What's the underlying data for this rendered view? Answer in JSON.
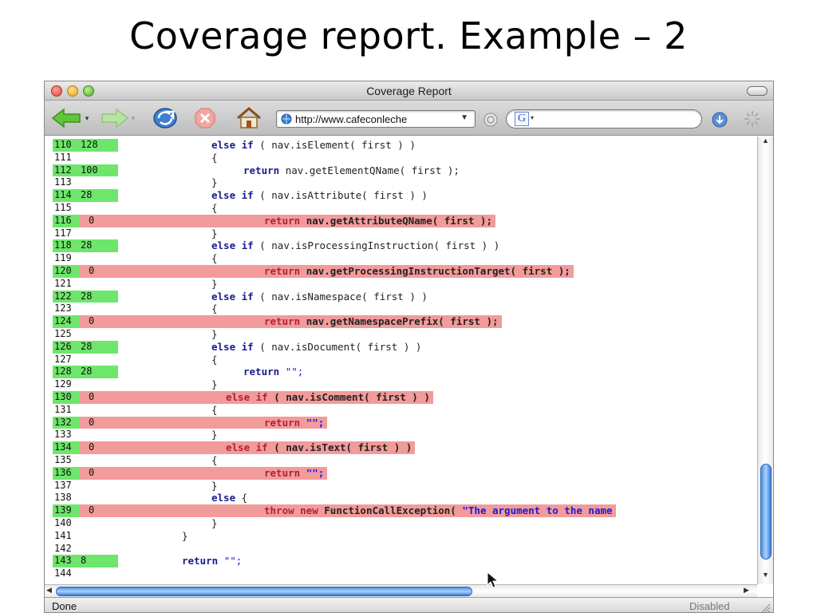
{
  "slide": {
    "title": "Coverage report. Example – 2"
  },
  "window": {
    "title": "Coverage Report"
  },
  "toolbar": {
    "url": "http://www.cafeconleche",
    "search_value": "",
    "icons": [
      "back-arrow-icon",
      "forward-arrow-icon",
      "reload-icon",
      "stop-icon",
      "home-icon",
      "globe-icon",
      "go-icon",
      "google-icon",
      "download-icon",
      "spinner-icon"
    ]
  },
  "colors": {
    "covered": "#6ee66b",
    "uncovered": "#f29b9b",
    "scroll_thumb": "#4f8fe0"
  },
  "code_rows": [
    {
      "line": "110",
      "hits": "128",
      "state": "covered",
      "indent": 3,
      "tokens": [
        [
          "kw",
          "else if"
        ],
        [
          "",
          "( nav.isElement( first ) )"
        ]
      ]
    },
    {
      "line": "111",
      "hits": "",
      "state": "none",
      "indent": 3,
      "tokens": [
        [
          "",
          "{"
        ]
      ]
    },
    {
      "line": "112",
      "hits": "100",
      "state": "covered",
      "indent": 4,
      "tokens": [
        [
          "kw",
          "return"
        ],
        [
          "",
          "nav.getElementQName( first );"
        ]
      ]
    },
    {
      "line": "113",
      "hits": "",
      "state": "none",
      "indent": 3,
      "tokens": [
        [
          "",
          "}"
        ]
      ]
    },
    {
      "line": "114",
      "hits": "28",
      "state": "covered",
      "indent": 3,
      "tokens": [
        [
          "kw",
          "else if"
        ],
        [
          "",
          "( nav.isAttribute( first ) )"
        ]
      ]
    },
    {
      "line": "115",
      "hits": "",
      "state": "none",
      "indent": 3,
      "tokens": [
        [
          "",
          "{"
        ]
      ]
    },
    {
      "line": "116",
      "hits": "0",
      "state": "uncovered",
      "indent": 4,
      "tokens": [
        [
          "kw",
          "return"
        ],
        [
          "",
          "nav.getAttributeQName( first );"
        ]
      ]
    },
    {
      "line": "117",
      "hits": "",
      "state": "none",
      "indent": 3,
      "tokens": [
        [
          "",
          "}"
        ]
      ]
    },
    {
      "line": "118",
      "hits": "28",
      "state": "covered",
      "indent": 3,
      "tokens": [
        [
          "kw",
          "else if"
        ],
        [
          "",
          "( nav.isProcessingInstruction( first ) )"
        ]
      ]
    },
    {
      "line": "119",
      "hits": "",
      "state": "none",
      "indent": 3,
      "tokens": [
        [
          "",
          "{"
        ]
      ]
    },
    {
      "line": "120",
      "hits": "0",
      "state": "uncovered",
      "indent": 4,
      "tokens": [
        [
          "kw",
          "return"
        ],
        [
          "",
          "nav.getProcessingInstructionTarget( first );"
        ]
      ]
    },
    {
      "line": "121",
      "hits": "",
      "state": "none",
      "indent": 3,
      "tokens": [
        [
          "",
          "}"
        ]
      ]
    },
    {
      "line": "122",
      "hits": "28",
      "state": "covered",
      "indent": 3,
      "tokens": [
        [
          "kw",
          "else if"
        ],
        [
          "",
          "( nav.isNamespace( first ) )"
        ]
      ]
    },
    {
      "line": "123",
      "hits": "",
      "state": "none",
      "indent": 3,
      "tokens": [
        [
          "",
          "{"
        ]
      ]
    },
    {
      "line": "124",
      "hits": "0",
      "state": "uncovered",
      "indent": 4,
      "tokens": [
        [
          "kw",
          "return"
        ],
        [
          "",
          "nav.getNamespacePrefix( first );"
        ]
      ]
    },
    {
      "line": "125",
      "hits": "",
      "state": "none",
      "indent": 3,
      "tokens": [
        [
          "",
          "}"
        ]
      ]
    },
    {
      "line": "126",
      "hits": "28",
      "state": "covered",
      "indent": 3,
      "tokens": [
        [
          "kw",
          "else if"
        ],
        [
          "",
          "( nav.isDocument( first ) )"
        ]
      ]
    },
    {
      "line": "127",
      "hits": "",
      "state": "none",
      "indent": 3,
      "tokens": [
        [
          "",
          "{"
        ]
      ]
    },
    {
      "line": "128",
      "hits": "28",
      "state": "covered",
      "indent": 4,
      "tokens": [
        [
          "kw",
          "return"
        ],
        [
          "str",
          "\"\";"
        ]
      ]
    },
    {
      "line": "129",
      "hits": "",
      "state": "none",
      "indent": 3,
      "tokens": [
        [
          "",
          "}"
        ]
      ]
    },
    {
      "line": "130",
      "hits": "0",
      "state": "uncovered",
      "indent": 3,
      "tokens": [
        [
          "kw",
          "else if"
        ],
        [
          "",
          "( nav.isComment( first ) )"
        ]
      ]
    },
    {
      "line": "131",
      "hits": "",
      "state": "none",
      "indent": 3,
      "tokens": [
        [
          "",
          "{"
        ]
      ]
    },
    {
      "line": "132",
      "hits": "0",
      "state": "uncovered",
      "indent": 4,
      "tokens": [
        [
          "kw",
          "return"
        ],
        [
          "str",
          "\"\";"
        ]
      ]
    },
    {
      "line": "133",
      "hits": "",
      "state": "none",
      "indent": 3,
      "tokens": [
        [
          "",
          "}"
        ]
      ]
    },
    {
      "line": "134",
      "hits": "0",
      "state": "uncovered",
      "indent": 3,
      "tokens": [
        [
          "kw",
          "else if"
        ],
        [
          "",
          "( nav.isText( first ) )"
        ]
      ]
    },
    {
      "line": "135",
      "hits": "",
      "state": "none",
      "indent": 3,
      "tokens": [
        [
          "",
          "{"
        ]
      ]
    },
    {
      "line": "136",
      "hits": "0",
      "state": "uncovered",
      "indent": 4,
      "tokens": [
        [
          "kw",
          "return"
        ],
        [
          "str",
          "\"\";"
        ]
      ]
    },
    {
      "line": "137",
      "hits": "",
      "state": "none",
      "indent": 3,
      "tokens": [
        [
          "",
          "}"
        ]
      ]
    },
    {
      "line": "138",
      "hits": "",
      "state": "none",
      "indent": 3,
      "tokens": [
        [
          "kw",
          "else"
        ],
        [
          "",
          "{"
        ]
      ]
    },
    {
      "line": "139",
      "hits": "0",
      "state": "uncovered",
      "indent": 4,
      "tokens": [
        [
          "kw",
          "throw new"
        ],
        [
          "",
          "FunctionCallException("
        ],
        [
          "str",
          "\"The argument to the name"
        ]
      ]
    },
    {
      "line": "140",
      "hits": "",
      "state": "none",
      "indent": 3,
      "tokens": [
        [
          "",
          "}"
        ]
      ]
    },
    {
      "line": "141",
      "hits": "",
      "state": "none",
      "indent": 2,
      "tokens": [
        [
          "",
          "}"
        ]
      ]
    },
    {
      "line": "142",
      "hits": "",
      "state": "none",
      "indent": 2,
      "tokens": [
        [
          "",
          ""
        ]
      ]
    },
    {
      "line": "143",
      "hits": "8",
      "state": "covered",
      "indent": 2,
      "tokens": [
        [
          "kw",
          "return"
        ],
        [
          "str",
          "\"\";"
        ]
      ]
    },
    {
      "line": "144",
      "hits": "",
      "state": "none",
      "indent": 2,
      "tokens": [
        [
          "",
          ""
        ]
      ]
    }
  ],
  "status": {
    "text": "Done",
    "disabled": "Disabled"
  }
}
